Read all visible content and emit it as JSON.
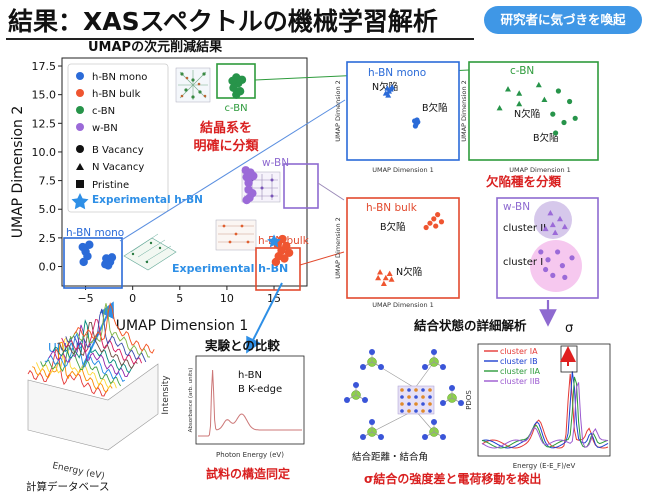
{
  "header": {
    "title": "結果：XASスペクトルの機械学習解析",
    "badge": "研究者に気づきを喚起"
  },
  "umap_main": {
    "heading": "UMAPの次元削減結果",
    "xlabel": "UMAP Dimension 1",
    "ylabel": "UMAP Dimension 2",
    "xticks": [
      "−5",
      "0",
      "5",
      "10",
      "15"
    ],
    "yticks": [
      "0.0",
      "2.5",
      "5.0",
      "7.5",
      "10.0",
      "12.5",
      "15.0",
      "17.5"
    ],
    "legend": [
      "h-BN mono",
      "h-BN bulk",
      "c-BN",
      "w-BN",
      "B Vacancy",
      "N Vacancy",
      "Pristine",
      "Experimental h-BN"
    ],
    "labels": {
      "cbn": "c-BN",
      "wbn": "w-BN",
      "hbn_bulk": "h-BN bulk",
      "hbn_mono": "h-BN mono",
      "experimental": "Experimental h-BN"
    },
    "annotation": [
      "結晶系を",
      "明確に分類"
    ]
  },
  "defect_panels": {
    "hbn_mono": {
      "title": "h-BN mono",
      "n_label": "N欠陥",
      "b_label": "B欠陥",
      "xlabel": "UMAP Dimension 1",
      "ylabel": "UMAP Dimension 2"
    },
    "cbn": {
      "title": "c-BN",
      "n_label": "N欠陥",
      "b_label": "B欠陥",
      "xlabel": "UMAP Dimension 1",
      "ylabel": "UMAP Dimension 2"
    },
    "hbn_bulk": {
      "title": "h-BN bulk",
      "n_label": "N欠陥",
      "b_label": "B欠陥",
      "xlabel": "UMAP Dimension 1",
      "ylabel": "UMAP Dimension 2"
    },
    "wbn": {
      "title": "w-BN",
      "cluster2": "cluster II",
      "cluster1": "cluster I"
    },
    "caption": "欠陥種を分類"
  },
  "database": {
    "umap_label": "UMAP",
    "ylabel": "Intensity",
    "xlabel": "Energy (eV)",
    "caption": "計算データベース"
  },
  "experiment": {
    "heading": "実験との比較",
    "legend1": "h-BN",
    "legend2": "B K-edge",
    "xlabel": "Photon Energy (eV)",
    "ylabel": "Absorbance (arb. units)",
    "caption": "試料の構造同定"
  },
  "bonding": {
    "heading": "結合状態の詳細解析",
    "sigma": "σ",
    "structure_caption": "結合距離・結合角",
    "pdos_legend": [
      "cluster IA",
      "cluster IB",
      "cluster IIA",
      "cluster IIB"
    ],
    "pdos_xlabel": "Energy (E-E_F)/eV",
    "pdos_ylabel": "PDOS",
    "caption": "σ結合の強度差と電荷移動を検出",
    "colors": {
      "IA": "#e53935",
      "IB": "#1e40d0",
      "IIA": "#2e9b3c",
      "IIB": "#9b59d0"
    }
  },
  "chart_data": [
    {
      "type": "scatter",
      "title": "UMAPの次元削減結果",
      "xlabel": "UMAP Dimension 1",
      "ylabel": "UMAP Dimension 2",
      "xlim": [
        -7.5,
        18.5
      ],
      "ylim": [
        -1.7,
        18.2
      ],
      "series": [
        {
          "name": "h-BN mono",
          "color": "#2b6bd8",
          "points": [
            [
              -5.3,
              1.7
            ],
            [
              -5.0,
              1.3
            ],
            [
              -4.6,
              1.9
            ],
            [
              -4.8,
              0.9
            ],
            [
              -5.2,
              0.4
            ],
            [
              -2.8,
              0.7
            ],
            [
              -2.4,
              0.4
            ],
            [
              -2.6,
              0.1
            ],
            [
              -2.2,
              0.8
            ],
            [
              -2.9,
              0.2
            ]
          ]
        },
        {
          "name": "h-BN bulk",
          "color": "#ef5530",
          "points": [
            [
              15.2,
              0.4
            ],
            [
              15.5,
              0.9
            ],
            [
              15.8,
              1.4
            ],
            [
              16.1,
              0.7
            ],
            [
              16.3,
              1.8
            ],
            [
              15.9,
              2.4
            ],
            [
              16.6,
              1.2
            ],
            [
              15.4,
              1.9
            ]
          ]
        },
        {
          "name": "c-BN",
          "color": "#27944a",
          "points": [
            [
              11.0,
              16.5
            ],
            [
              11.2,
              16.0
            ],
            [
              10.7,
              15.6
            ],
            [
              11.4,
              15.3
            ],
            [
              11.0,
              15.0
            ],
            [
              10.6,
              16.2
            ],
            [
              11.6,
              16.3
            ]
          ]
        },
        {
          "name": "w-BN",
          "color": "#9b6ad8",
          "points": [
            [
              12.1,
              7.8
            ],
            [
              12.5,
              8.2
            ],
            [
              12.3,
              7.3
            ],
            [
              12.8,
              7.9
            ],
            [
              12.0,
              8.4
            ],
            [
              12.4,
              6.0
            ],
            [
              12.1,
              5.8
            ],
            [
              12.7,
              6.4
            ],
            [
              12.3,
              6.7
            ]
          ]
        },
        {
          "name": "Experimental h-BN",
          "color": "#2e8fe6",
          "points": [
            [
              15.0,
              2.2
            ]
          ]
        }
      ]
    },
    {
      "type": "scatter",
      "title": "h-BN mono",
      "xlim": [
        -5,
        1
      ],
      "ylim": [
        -1,
        3
      ],
      "series": [
        {
          "name": "N欠陥",
          "color": "#2b6bd8",
          "points": [
            [
              -3.1,
              2.2
            ],
            [
              -3.0,
              2.05
            ],
            [
              -3.2,
              1.95
            ],
            [
              -2.9,
              2.15
            ],
            [
              -3.05,
              1.85
            ],
            [
              -2.8,
              2.25
            ]
          ]
        },
        {
          "name": "B欠陥",
          "color": "#2b6bd8",
          "points": [
            [
              -1.4,
              0.55
            ],
            [
              -1.3,
              0.4
            ],
            [
              -1.2,
              0.5
            ],
            [
              -1.35,
              0.3
            ],
            [
              -1.25,
              0.6
            ]
          ]
        }
      ]
    },
    {
      "type": "scatter",
      "title": "c-BN",
      "xlim": [
        9.5,
        11.5
      ],
      "ylim": [
        16.0,
        18.0
      ],
      "series": [
        {
          "name": "N欠陥",
          "color": "#27944a",
          "points": [
            [
              10.0,
              17.55
            ],
            [
              10.2,
              17.45
            ],
            [
              10.55,
              17.65
            ],
            [
              10.2,
              17.2
            ],
            [
              9.85,
              17.1
            ],
            [
              10.65,
              17.3
            ]
          ]
        },
        {
          "name": "B欠陥",
          "color": "#27944a",
          "points": [
            [
              10.9,
              17.5
            ],
            [
              11.1,
              17.25
            ],
            [
              10.8,
              16.95
            ],
            [
              11.0,
              16.75
            ],
            [
              10.85,
              16.5
            ],
            [
              11.2,
              16.85
            ]
          ]
        }
      ]
    },
    {
      "type": "scatter",
      "title": "h-BN bulk",
      "xlim": [
        14.0,
        16.5
      ],
      "ylim": [
        -0.5,
        2.5
      ],
      "series": [
        {
          "name": "B欠陥",
          "color": "#ef5530",
          "points": [
            [
              16.1,
              2.2
            ],
            [
              16.0,
              2.05
            ],
            [
              16.2,
              1.95
            ],
            [
              15.9,
              1.9
            ],
            [
              15.8,
              1.75
            ],
            [
              16.05,
              1.8
            ]
          ]
        },
        {
          "name": "N欠陥",
          "color": "#ef5530",
          "points": [
            [
              14.6,
              0.2
            ],
            [
              14.75,
              0.0
            ],
            [
              14.9,
              -0.05
            ],
            [
              14.7,
              -0.2
            ],
            [
              14.85,
              0.15
            ],
            [
              14.55,
              0.0
            ]
          ]
        }
      ]
    },
    {
      "type": "scatter",
      "title": "w-BN",
      "xlim": [
        14.0,
        16.0
      ],
      "ylim": [
        6.25,
        8.5
      ],
      "series": [
        {
          "name": "cluster II",
          "color": "#9b6ad8",
          "points": [
            [
              15.1,
              8.0
            ],
            [
              15.25,
              8.15
            ],
            [
              14.95,
              7.9
            ],
            [
              15.35,
              7.95
            ],
            [
              15.15,
              7.8
            ],
            [
              15.05,
              8.3
            ]
          ]
        },
        {
          "name": "cluster I",
          "color": "#9b6ad8",
          "points": [
            [
              14.85,
              7.3
            ],
            [
              15.0,
              7.1
            ],
            [
              15.2,
              7.3
            ],
            [
              14.95,
              6.85
            ],
            [
              15.3,
              6.95
            ],
            [
              15.5,
              7.15
            ],
            [
              15.1,
              6.7
            ],
            [
              15.35,
              6.65
            ]
          ]
        }
      ]
    }
  ]
}
